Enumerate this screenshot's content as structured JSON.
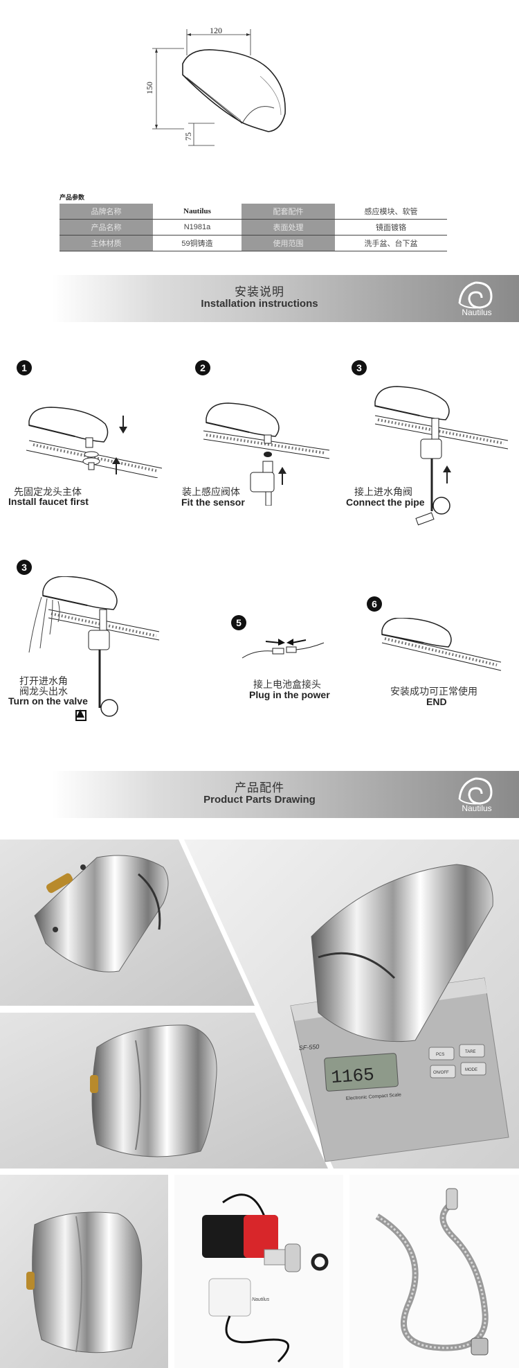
{
  "dimensions": {
    "width": "120",
    "height": "150",
    "spout": "75"
  },
  "spec": {
    "title": "产品参数",
    "rows": [
      {
        "label1": "品牌名称",
        "value1": "Nautilus",
        "label2": "配套配件",
        "value2": "感应模块、软管"
      },
      {
        "label1": "产品名称",
        "value1": "N1981a",
        "label2": "表面处理",
        "value2": "镜面镀铬"
      },
      {
        "label1": "主体材质",
        "value1": "59铜铸造",
        "label2": "使用范围",
        "value2": "洗手盆、台下盆"
      }
    ]
  },
  "brand": "Nautilus",
  "install_banner": {
    "cn": "安装说明",
    "en": "Installation instructions"
  },
  "steps": [
    {
      "num": "1",
      "cn": "先固定龙头主体",
      "en": "Install faucet first"
    },
    {
      "num": "2",
      "cn": "装上感应阀体",
      "en": "Fit the sensor"
    },
    {
      "num": "3",
      "cn": "接上进水角阀",
      "en": "Connect the pipe"
    },
    {
      "num": "3",
      "cn1": "打开进水角",
      "cn2": "阀龙头出水",
      "en": "Turn on the valve"
    },
    {
      "num": "5",
      "cn": "接上电池盒接头",
      "en": "Plug in the power"
    },
    {
      "num": "6",
      "cn": "安装成功可正常使用",
      "en": "END"
    }
  ],
  "parts_banner": {
    "cn": "产品配件",
    "en": "Product Parts Drawing"
  },
  "scale": {
    "brand": "SF-550",
    "reading": "1165",
    "caption": "Electronic Compact Scale",
    "buttons": [
      "PCS",
      "TARE",
      "ON/OFF",
      "MODE"
    ]
  },
  "sensor_label": "Nautilus",
  "colors": {
    "banner_dark": "#8a8a8a",
    "table_label_bg": "#9a9a9a",
    "photo_bg": "#cfcfcf",
    "battery_red": "#d8262a"
  }
}
